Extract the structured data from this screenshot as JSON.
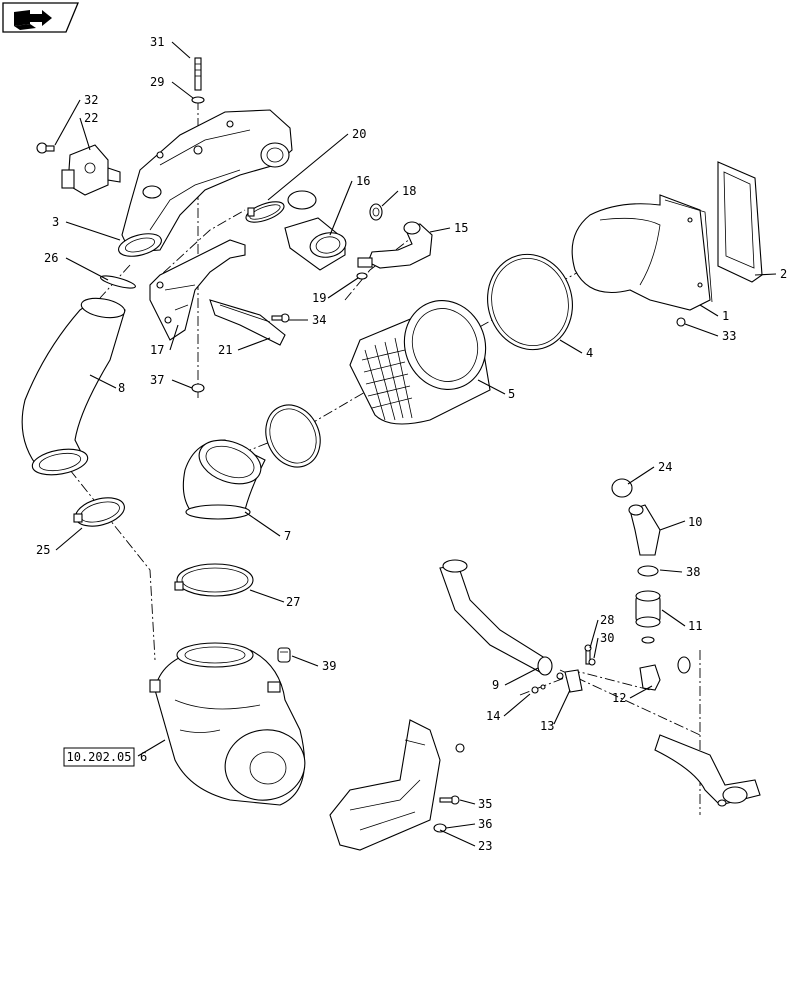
{
  "callouts": {
    "c1": "1",
    "c2": "2",
    "c3": "3",
    "c4": "4",
    "c5": "5",
    "c6": "6",
    "c7": "7",
    "c8": "8",
    "c9": "9",
    "c10": "10",
    "c11": "11",
    "c12": "12",
    "c13": "13",
    "c14": "14",
    "c15": "15",
    "c16": "16",
    "c17": "17",
    "c18": "18",
    "c19": "19",
    "c20": "20",
    "c21": "21",
    "c22": "22",
    "c23": "23",
    "c24": "24",
    "c25": "25",
    "c26": "26",
    "c27": "27",
    "c28": "28",
    "c29": "29",
    "c30": "30",
    "c31": "31",
    "c32": "32",
    "c33": "33",
    "c34": "34",
    "c35": "35",
    "c36": "36",
    "c37": "37",
    "c38": "38",
    "c39": "39"
  },
  "reference_box": {
    "label": "10.202.05"
  },
  "nav_icon": "book-arrow-icon"
}
